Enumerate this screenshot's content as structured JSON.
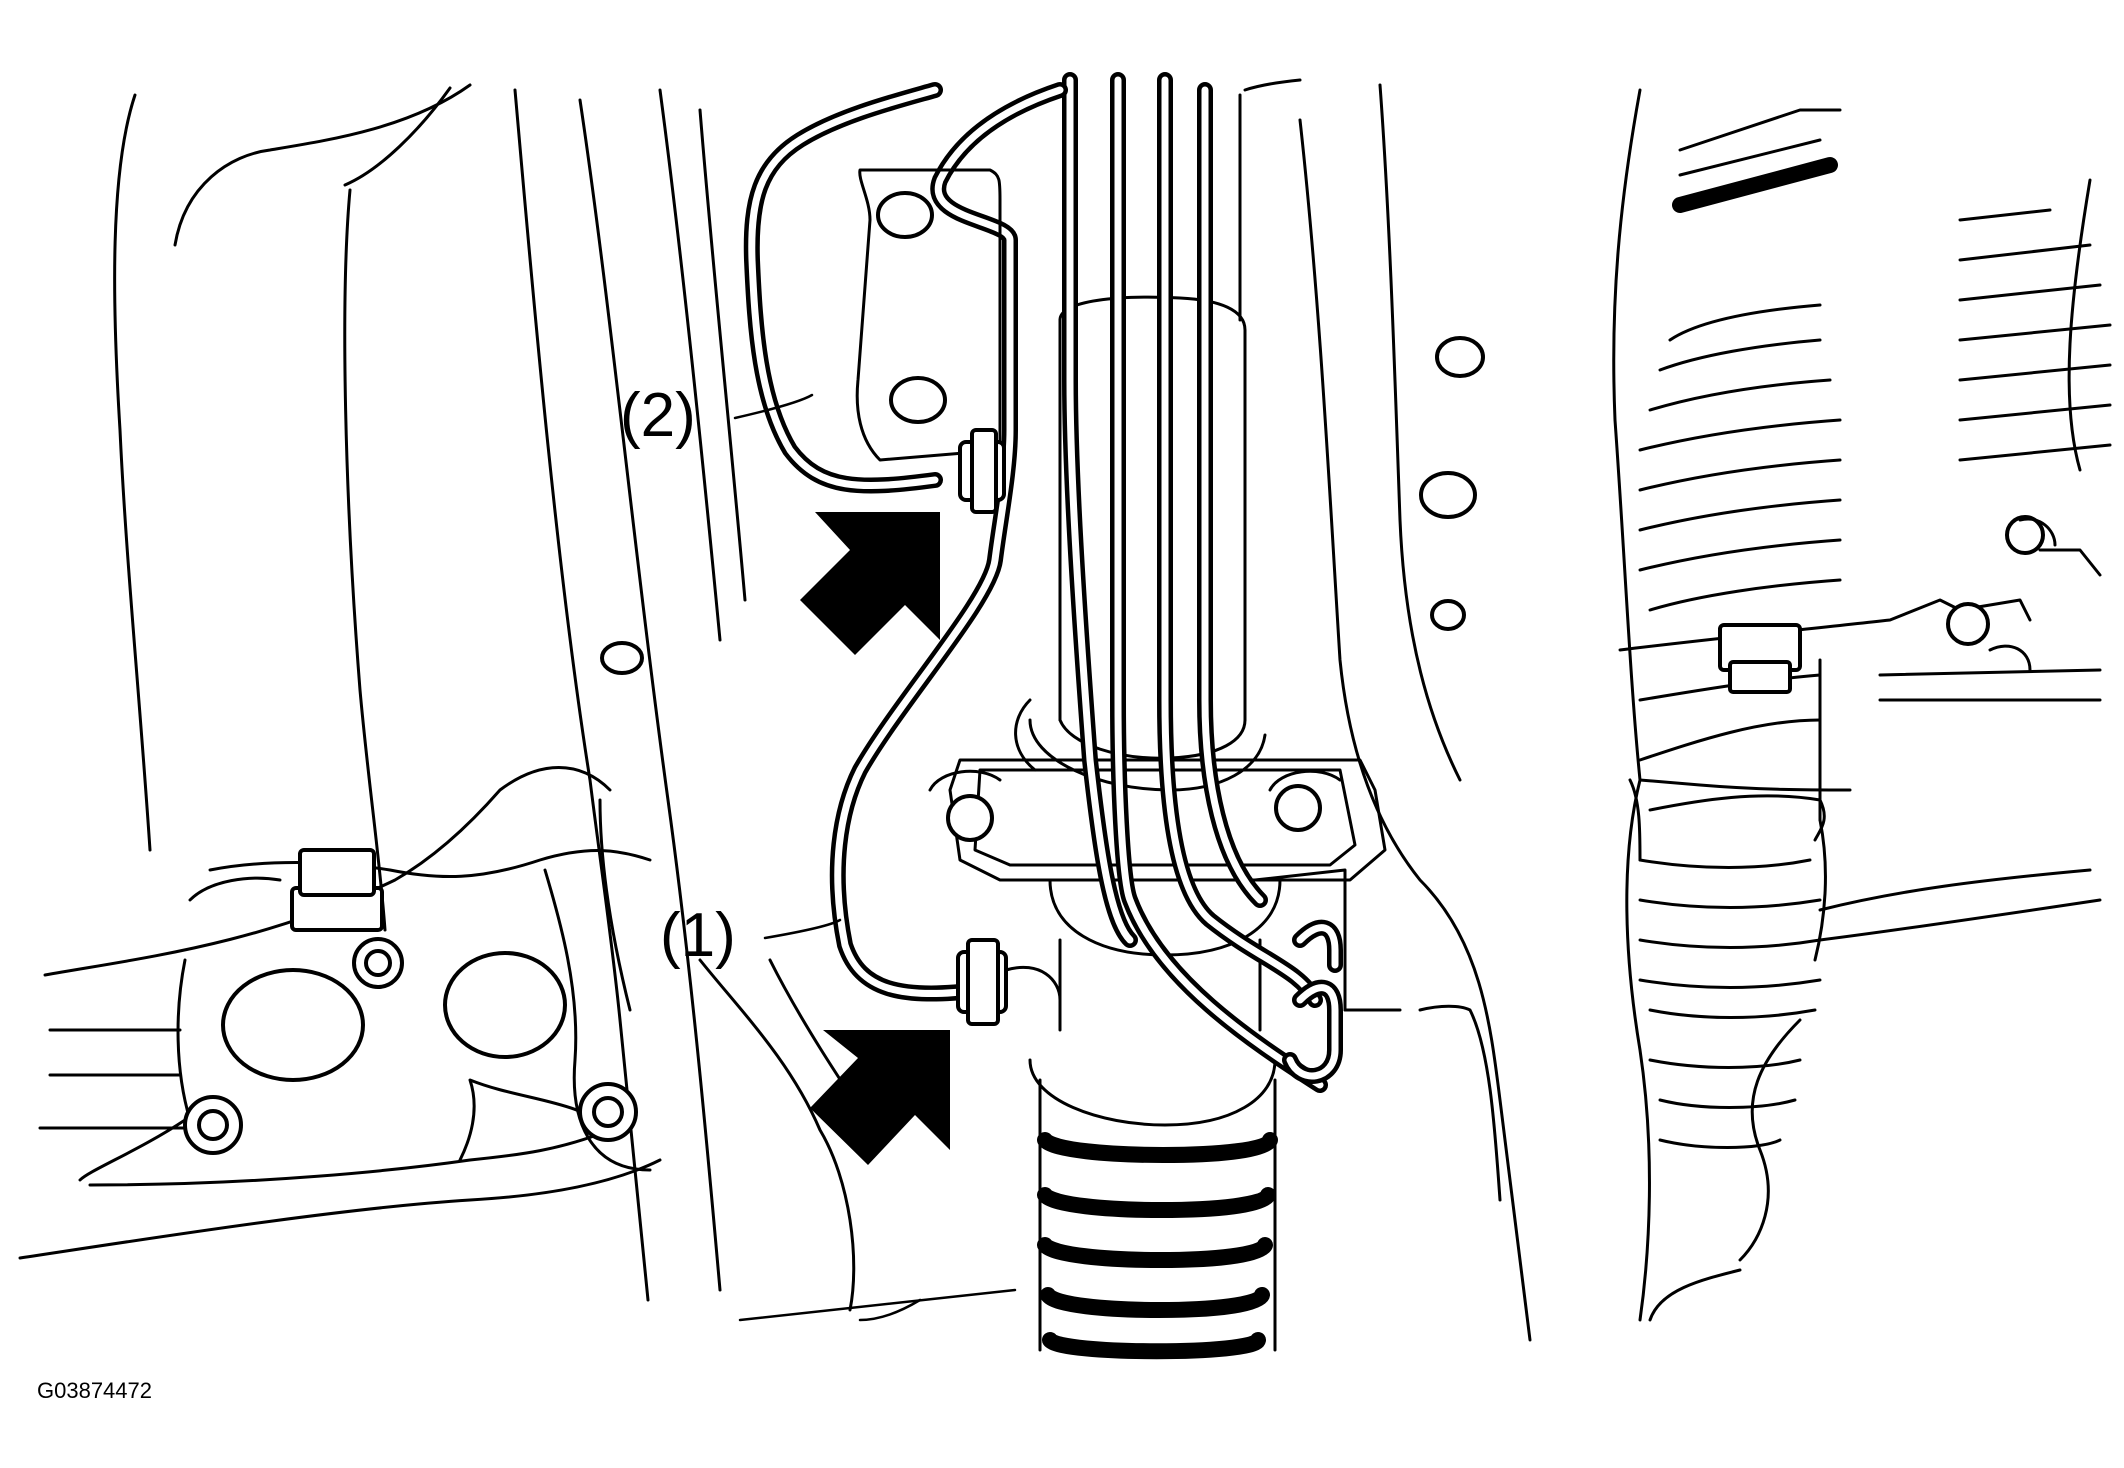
{
  "figure": {
    "figure_id": "G03874472",
    "callouts": [
      {
        "id": "callout-2",
        "text": "(2)"
      },
      {
        "id": "callout-1",
        "text": "(1)"
      }
    ],
    "line_color": "#000000",
    "background_color": "#ffffff",
    "subject": "steering rack fluid line connections"
  }
}
